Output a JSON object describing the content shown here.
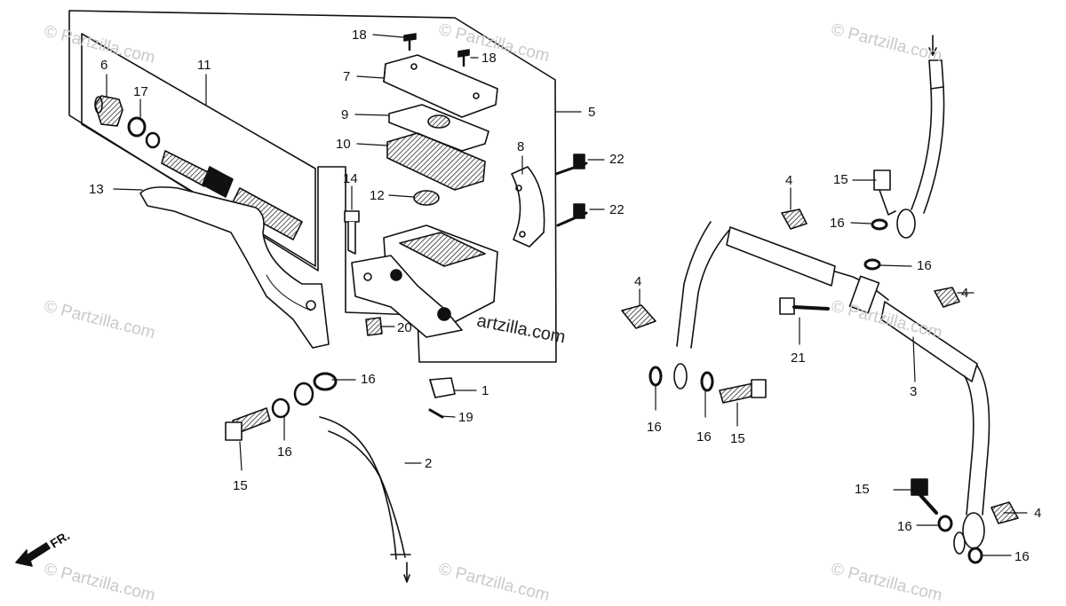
{
  "watermark": "© Partzilla.com",
  "inline_watermark": "artzilla.com",
  "direction_label": "FR.",
  "callouts": {
    "c6": "6",
    "c17": "17",
    "c11": "11",
    "c13": "13",
    "c18a": "18",
    "c18b": "18",
    "c7": "7",
    "c9": "9",
    "c10": "10",
    "c5": "5",
    "c8": "8",
    "c22a": "22",
    "c22b": "22",
    "c14": "14",
    "c12": "12",
    "c20": "20",
    "c1": "1",
    "c19": "19",
    "c16a": "16",
    "c16b": "16",
    "c15a": "15",
    "c2": "2",
    "c4a": "4",
    "c15b": "15",
    "c16c": "16",
    "c16d": "16",
    "c4b": "4",
    "c4c": "4",
    "c21": "21",
    "c3": "3",
    "c16e": "16",
    "c16f": "16",
    "c15c": "15",
    "c15d": "15",
    "c16g": "16",
    "c4d": "4",
    "c16h": "16"
  }
}
